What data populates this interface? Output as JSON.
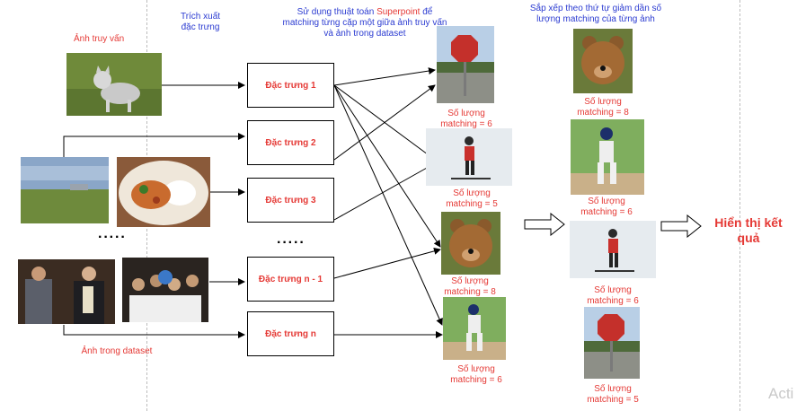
{
  "headers": {
    "query_image": "Ảnh truy vấn",
    "feature_extract": "Trích xuất\nđặc trưng",
    "matching_pre": "Sử dụng thuật toán ",
    "matching_algo": "Superpoint",
    "matching_post": " để matching từng cặp một giữa ảnh truy vấn và ảnh trong dataset",
    "sort_label": "Sắp xếp theo thứ tự giảm dần số lượng matching của từng ảnh",
    "dataset_images": "Ảnh trong dataset"
  },
  "features": [
    "Đặc trưng 1",
    "Đặc trưng 2",
    "Đặc trưng 3",
    "Đặc trưng n - 1",
    "Đặc trưng n"
  ],
  "dots": "·····",
  "matches": [
    {
      "label": "Số lượng matching = 6",
      "image": "stop-sign"
    },
    {
      "label": "Số lượng matching = 5",
      "image": "skier"
    },
    {
      "label": "Số lượng matching = 8",
      "image": "bear"
    },
    {
      "label": "Số lượng matching = 6",
      "image": "baseball"
    }
  ],
  "sorted": [
    {
      "label": "Số lượng matching = 8",
      "image": "bear"
    },
    {
      "label": "Số lượng matching = 6",
      "image": "baseball"
    },
    {
      "label": "Số lượng matching = 6",
      "image": "skier"
    },
    {
      "label": "Số lượng matching = 5",
      "image": "stop-sign"
    }
  ],
  "result": "Hiển thị kết quả",
  "watermark": "Acti"
}
